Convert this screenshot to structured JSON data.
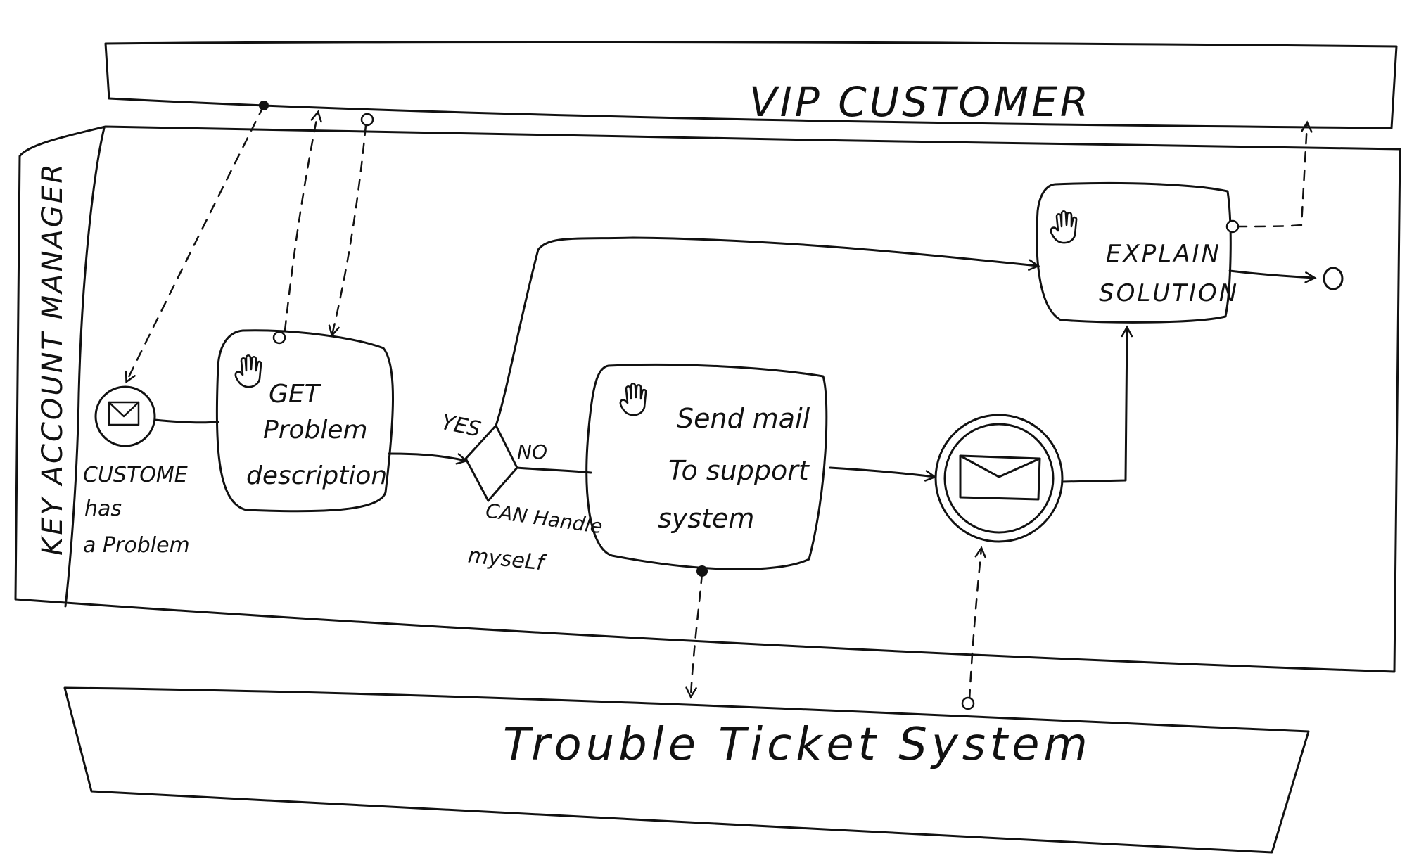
{
  "pools": {
    "customer": {
      "label": "VIP CUSTOMER"
    },
    "manager": {
      "label": "KEY ACCOUNT MANAGER"
    },
    "ticket_system": {
      "label": "Trouble Ticket System"
    }
  },
  "events": {
    "start": {
      "label_lines": [
        "CUSTOME",
        "has",
        "a Problem"
      ],
      "icon": "envelope-icon"
    },
    "intermediate": {
      "icon": "envelope-icon"
    }
  },
  "tasks": {
    "get_problem": {
      "label_lines": [
        "GET",
        "Problem",
        "description"
      ],
      "icon": "hand-icon"
    },
    "send_mail": {
      "label_lines": [
        "Send mail",
        "To support",
        "system"
      ],
      "icon": "hand-icon"
    },
    "explain": {
      "label_lines": [
        "EXPLAIN",
        "SOLUTION"
      ],
      "icon": "hand-icon"
    }
  },
  "gateway": {
    "yes_label": "YES",
    "no_label": "NO",
    "condition_lines": [
      "CAN Handle",
      "myseLf"
    ]
  }
}
